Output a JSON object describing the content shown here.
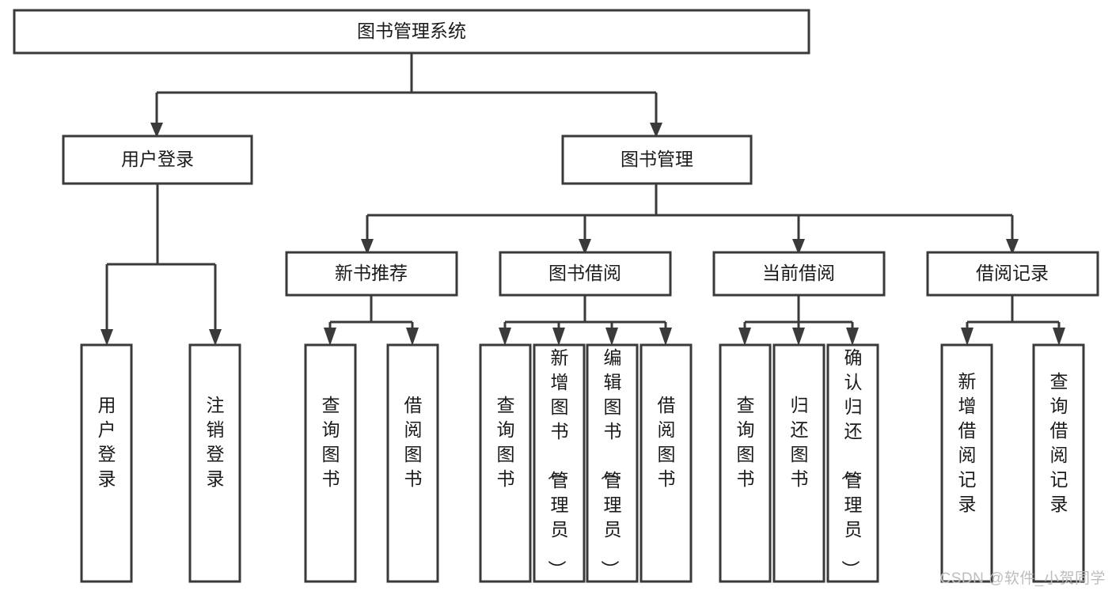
{
  "diagram": {
    "type": "tree",
    "title": "图书管理系统",
    "watermark": "CSDN @软件_小贺同学",
    "colors": {
      "background": "#ffffff",
      "stroke": "#3a3a3a",
      "node_fill": "#ffffff",
      "text": "#1a1a1a",
      "watermark": "#bdbdbd"
    },
    "levels": [
      {
        "level": 1,
        "nodes": [
          {
            "id": "root",
            "label": "图书管理系统",
            "orientation": "horizontal"
          }
        ]
      },
      {
        "level": 2,
        "nodes": [
          {
            "id": "user-login",
            "label": "用户登录",
            "orientation": "horizontal",
            "parent": "root"
          },
          {
            "id": "book-manage",
            "label": "图书管理",
            "orientation": "horizontal",
            "parent": "root"
          }
        ]
      },
      {
        "level": 3,
        "nodes": [
          {
            "id": "new-book-rec",
            "label": "新书推荐",
            "orientation": "horizontal",
            "parent": "book-manage"
          },
          {
            "id": "book-borrow",
            "label": "图书借阅",
            "orientation": "horizontal",
            "parent": "book-manage"
          },
          {
            "id": "current-borrow",
            "label": "当前借阅",
            "orientation": "horizontal",
            "parent": "book-manage"
          },
          {
            "id": "borrow-record",
            "label": "借阅记录",
            "orientation": "horizontal",
            "parent": "book-manage"
          }
        ]
      },
      {
        "level": 4,
        "nodes": [
          {
            "id": "leaf-user-login",
            "label": "用户登录",
            "orientation": "vertical",
            "parent": "user-login"
          },
          {
            "id": "leaf-user-logout",
            "label": "注销登录",
            "orientation": "vertical",
            "parent": "user-login"
          },
          {
            "id": "leaf-rec-query",
            "label": "查询图书",
            "orientation": "vertical",
            "parent": "new-book-rec"
          },
          {
            "id": "leaf-rec-borrow",
            "label": "借阅图书",
            "orientation": "vertical",
            "parent": "new-book-rec"
          },
          {
            "id": "leaf-borrow-query",
            "label": "查询图书",
            "orientation": "vertical",
            "parent": "book-borrow"
          },
          {
            "id": "leaf-borrow-add",
            "label": "新增图书（管理员）",
            "orientation": "vertical",
            "parent": "book-borrow"
          },
          {
            "id": "leaf-borrow-edit",
            "label": "编辑图书（管理员）",
            "orientation": "vertical",
            "parent": "book-borrow"
          },
          {
            "id": "leaf-borrow-lend",
            "label": "借阅图书",
            "orientation": "vertical",
            "parent": "book-borrow"
          },
          {
            "id": "leaf-cur-query",
            "label": "查询图书",
            "orientation": "vertical",
            "parent": "current-borrow"
          },
          {
            "id": "leaf-cur-return",
            "label": "归还图书",
            "orientation": "vertical",
            "parent": "current-borrow"
          },
          {
            "id": "leaf-cur-confirm",
            "label": "确认归还（管理员）",
            "orientation": "vertical",
            "parent": "current-borrow"
          },
          {
            "id": "leaf-rec-add",
            "label": "新增借阅记录",
            "orientation": "vertical",
            "parent": "borrow-record"
          },
          {
            "id": "leaf-rec-search",
            "label": "查询借阅记录",
            "orientation": "vertical",
            "parent": "borrow-record"
          }
        ]
      }
    ]
  }
}
